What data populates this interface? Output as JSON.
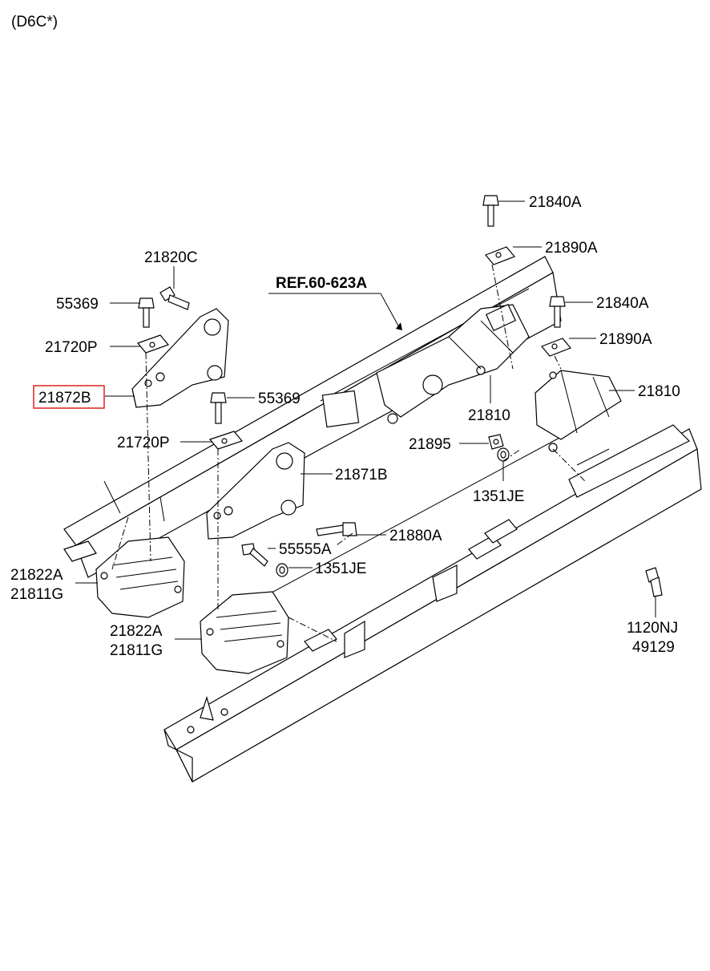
{
  "header": {
    "code": "(D6C*)"
  },
  "reference": {
    "label": "REF.60-623A"
  },
  "labels": {
    "p21820C": "21820C",
    "p55369_a": "55369",
    "p21720P_a": "21720P",
    "p21872B": "21872B",
    "p55369_b": "55369",
    "p21720P_b": "21720P",
    "p21871B": "21871B",
    "p21880A": "21880A",
    "p55555A": "55555A",
    "p1351JE_a": "1351JE",
    "p21822A_a": "21822A",
    "p21811G_a": "21811G",
    "p21822A_b": "21822A",
    "p21811G_b": "21811G",
    "p21840A_a": "21840A",
    "p21890A_a": "21890A",
    "p21840A_b": "21840A",
    "p21890A_b": "21890A",
    "p21810_a": "21810",
    "p21810_b": "21810",
    "p21895": "21895",
    "p1351JE_b": "1351JE",
    "p1120NJ": "1120NJ",
    "p49129": "49129"
  },
  "highlight": {
    "part": "21872B",
    "color": "#e0201e"
  }
}
